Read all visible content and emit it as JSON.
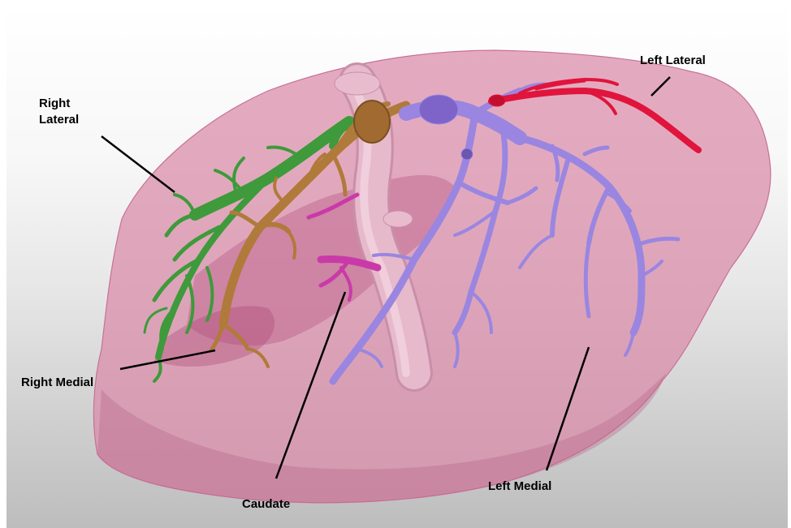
{
  "labels": {
    "right_lateral": "Right\nLateral",
    "left_lateral": "Left Lateral",
    "right_medial": "Right Medial",
    "caudate": "Caudate",
    "left_medial": "Left Medial"
  },
  "colors": {
    "liver": "#d98aa8",
    "portal_vein_right": "#3e9a3a",
    "bile_duct": "#b07a3a",
    "portal_vein_left": "#9a86e0",
    "left_lateral_vessel": "#e0143c",
    "ivc": "#e3b4c6",
    "hepatic_vein_middle": "#c93aa8"
  }
}
